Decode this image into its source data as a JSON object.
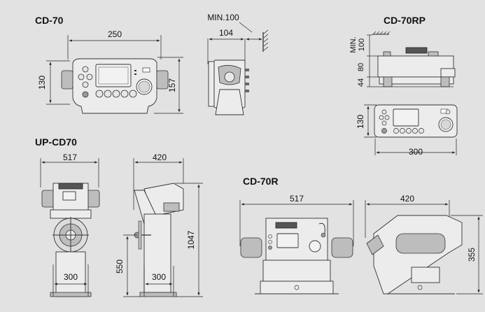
{
  "models": {
    "cd70": {
      "title": "CD-70",
      "width": "250",
      "height_left": "130",
      "height_right": "157",
      "depth": "104",
      "clearance": "MIN.100"
    },
    "cd70rp": {
      "title": "CD-70RP",
      "clearance_min": "MIN.",
      "clearance_val": "100",
      "h1": "80",
      "h2": "44",
      "front_height": "130",
      "width": "300"
    },
    "upcd70": {
      "title": "UP-CD70",
      "width": "517",
      "depth": "420",
      "base_width": "300",
      "base_depth": "300",
      "wheel_height": "550",
      "total_height": "1047"
    },
    "cd70r": {
      "title": "CD-70R",
      "width": "517",
      "depth": "420",
      "height": "355"
    }
  }
}
